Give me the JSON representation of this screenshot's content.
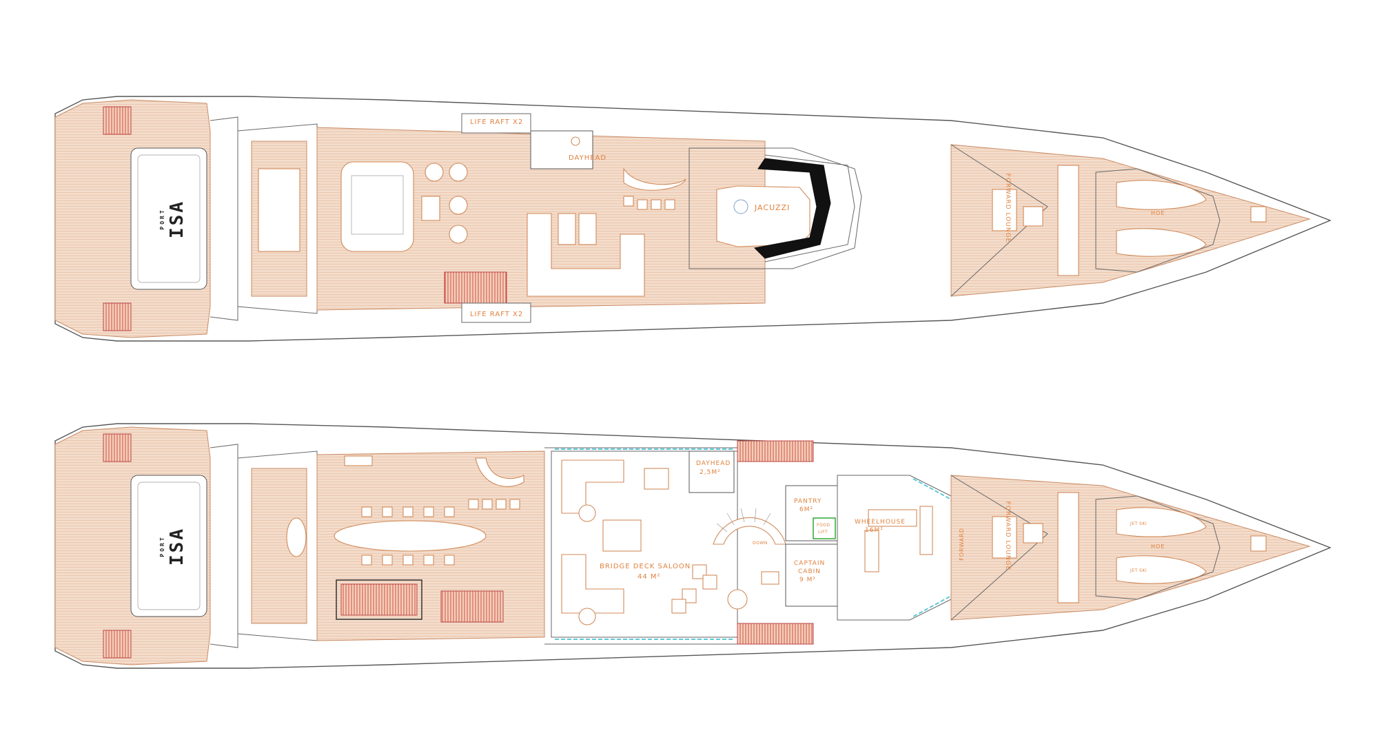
{
  "upper_deck": {
    "brand_mark": "ISA",
    "brand_sub": "PORT",
    "life_raft_top": "LIFE RAFT X2",
    "life_raft_bottom": "LIFE RAFT X2",
    "dayhead": "DAYHEAD",
    "jacuzzi": "JACUZZI",
    "forward_lounge": "FORWARD LOUNGE",
    "hoe": "HOE"
  },
  "bridge_deck": {
    "brand_mark": "ISA",
    "brand_sub": "PORT",
    "dayhead": "DAYHEAD",
    "dayhead_area": "2,5M²",
    "pantry": "PANTRY",
    "pantry_area": "6M²",
    "food_lift_1": "FOOD",
    "food_lift_2": "LIFT",
    "wheelhouse": "WHEELHOUSE",
    "wheelhouse_area": "16M²",
    "saloon": "BRIDGE DECK SALOON",
    "saloon_area": "44 M²",
    "captain_cabin_1": "CAPTAIN",
    "captain_cabin_2": "CABIN",
    "captain_cabin_area": "9 M²",
    "down": "DOWN",
    "forward": "FORWARD",
    "forward_lounge": "FORWARD LOUNGE",
    "hoe": "HOE",
    "jet_ski_1": "JET SKI",
    "jet_ski_2": "JET SKI"
  },
  "colors": {
    "teak": "#f1d6c2",
    "label": "#e0813d",
    "jacuzzi": "#dbe9f5",
    "glass": "#5fc9d8",
    "food_lift": "#3fae3f"
  }
}
